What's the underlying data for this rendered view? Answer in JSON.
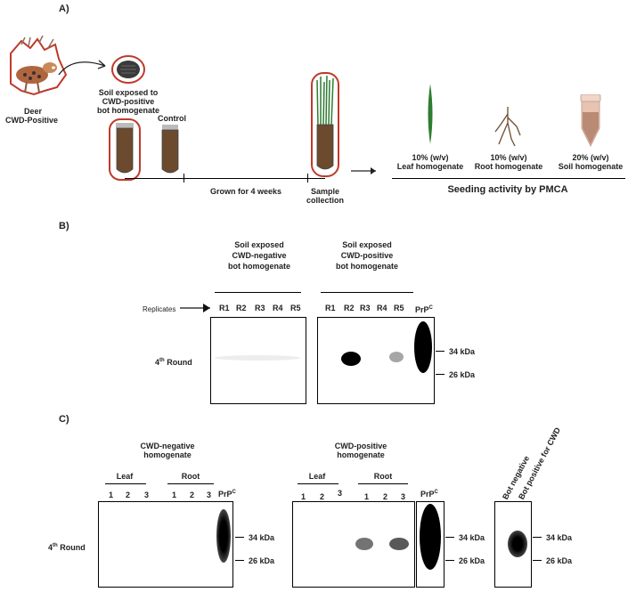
{
  "panelA": {
    "label": "A)",
    "deer_label_line1": "Deer",
    "deer_label_line2": "CWD-Positive",
    "soil_line1": "Soil exposed to",
    "soil_line2": "CWD-positive",
    "soil_line3": "bot homogenate",
    "control_label": "Control",
    "grown_label": "Grown for 4 weeks",
    "sample_line1": "Sample",
    "sample_line2": "collection",
    "leaf_pct": "10% (w/v)",
    "leaf_label": "Leaf homogenate",
    "root_pct": "10% (w/v)",
    "root_label": "Root homogenate",
    "soil_pct": "20% (w/v)",
    "soil_label": "Soil homogenate",
    "seeding_label": "Seeding activity by PMCA"
  },
  "panelB": {
    "label": "B)",
    "neg_line1": "Soil exposed",
    "neg_line2": "CWD-negative",
    "neg_line3": "bot homogenate",
    "pos_line1": "Soil exposed",
    "pos_line2": "CWD-positive",
    "pos_line3": "bot homogenate",
    "replicates_label": "Replicates",
    "lanes_neg": [
      "R1",
      "R2",
      "R3",
      "R4",
      "R5"
    ],
    "lanes_pos": [
      "R1",
      "R2",
      "R3",
      "R4",
      "R5"
    ],
    "prpc_base": "PrP",
    "prpc_sup": "C",
    "round_num": "4",
    "round_sup": "th",
    "round_word": "Round",
    "marker_34": "34 kDa",
    "marker_26": "26 kDa"
  },
  "panelC": {
    "label": "C)",
    "neg_line1": "CWD-negative",
    "neg_line2": "homogenate",
    "pos_line1": "CWD-positive",
    "pos_line2": "homogenate",
    "leaf": "Leaf",
    "root": "Root",
    "lane_nums": [
      "1",
      "2",
      "3"
    ],
    "prpc_base": "PrP",
    "prpc_sup": "C",
    "bot_negative": "Bot negative",
    "bot_positive": "Bot positive for CWD",
    "round_num": "4",
    "round_sup": "th",
    "round_word": "Round",
    "marker_34": "34 kDa",
    "marker_26": "26 kDa"
  }
}
